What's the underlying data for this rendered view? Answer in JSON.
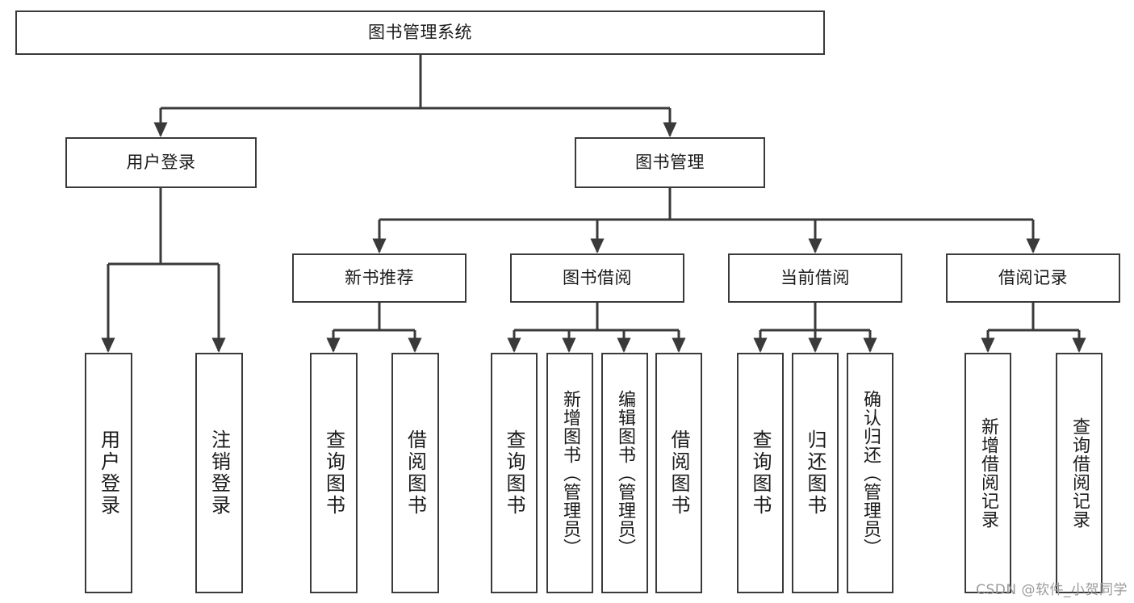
{
  "diagram": {
    "type": "tree-hierarchy",
    "title": "图书管理系统",
    "watermark": "CSDN @软件_小贺同学",
    "colors": {
      "stroke": "#3a3a3a",
      "fill": "#ffffff",
      "text": "#1a1a1a",
      "watermark": "#9a9a9a"
    },
    "nodes": {
      "root": {
        "label": "图书管理系统",
        "level": 1
      },
      "level2": [
        {
          "id": "user-login",
          "label": "用户登录"
        },
        {
          "id": "book-manage",
          "label": "图书管理"
        }
      ],
      "level3": [
        {
          "id": "new-book-recommend",
          "label": "新书推荐",
          "parent": "book-manage"
        },
        {
          "id": "book-borrow",
          "label": "图书借阅",
          "parent": "book-manage"
        },
        {
          "id": "current-borrow",
          "label": "当前借阅",
          "parent": "book-manage"
        },
        {
          "id": "borrow-record",
          "label": "借阅记录",
          "parent": "book-manage"
        }
      ],
      "leaves": [
        {
          "id": "leaf-user-login",
          "label": "用户登录",
          "parent": "user-login"
        },
        {
          "id": "leaf-logout-login",
          "label": "注销登录",
          "parent": "user-login"
        },
        {
          "id": "leaf-query-book-1",
          "label": "查询图书",
          "parent": "new-book-recommend"
        },
        {
          "id": "leaf-borrow-book-1",
          "label": "借阅图书",
          "parent": "new-book-recommend"
        },
        {
          "id": "leaf-query-book-2",
          "label": "查询图书",
          "parent": "book-borrow"
        },
        {
          "id": "leaf-add-book",
          "label": "新增图书（管理员）",
          "parent": "book-borrow"
        },
        {
          "id": "leaf-edit-book",
          "label": "编辑图书（管理员）",
          "parent": "book-borrow"
        },
        {
          "id": "leaf-borrow-book-2",
          "label": "借阅图书",
          "parent": "book-borrow"
        },
        {
          "id": "leaf-query-book-3",
          "label": "查询图书",
          "parent": "current-borrow"
        },
        {
          "id": "leaf-return-book",
          "label": "归还图书",
          "parent": "current-borrow"
        },
        {
          "id": "leaf-confirm-return",
          "label": "确认归还（管理员）",
          "parent": "current-borrow"
        },
        {
          "id": "leaf-add-record",
          "label": "新增借阅记录",
          "parent": "borrow-record"
        },
        {
          "id": "leaf-query-record",
          "label": "查询借阅记录",
          "parent": "borrow-record"
        }
      ]
    }
  }
}
